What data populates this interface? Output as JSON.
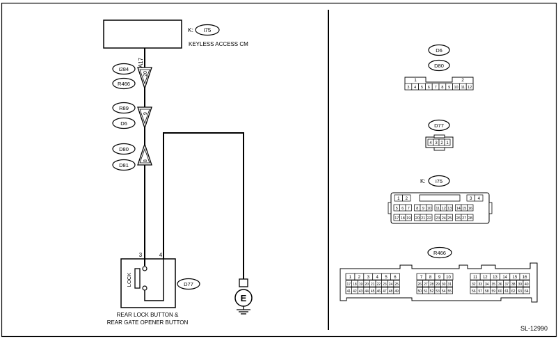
{
  "diagram_id": "SL-12990",
  "keyless_cm": {
    "prefix": "K:",
    "connector": "i75",
    "label": "KEYLESS ACCESS CM"
  },
  "wire_code": "A17",
  "joints": [
    {
      "top": "i284",
      "bottom": "R466",
      "pin": "20"
    },
    {
      "top": "R89",
      "bottom": "D6",
      "pin": "9"
    },
    {
      "top": "D80",
      "bottom": "D81",
      "pin": "8"
    }
  ],
  "switch": {
    "pin_left": "3",
    "pin_right": "4",
    "label": "LOCK",
    "connector": "D77",
    "caption_line1": "REAR LOCK BUTTON &",
    "caption_line2": "REAR GATE OPENER BUTTON"
  },
  "ground": {
    "label": "E"
  },
  "connectors": {
    "d6_d80": {
      "names": [
        "D6",
        "D80"
      ],
      "groups": [
        "1",
        "2"
      ],
      "pins": [
        "3",
        "4",
        "5",
        "6",
        "7",
        "8",
        "9",
        "10",
        "11",
        "12"
      ]
    },
    "d77": {
      "name": "D77",
      "pins": [
        "4",
        "3",
        "2",
        "1"
      ]
    },
    "i75": {
      "prefix": "K:",
      "name": "i75",
      "row1": [
        "1",
        "2",
        "3",
        "4"
      ],
      "row2": [
        "5",
        "6",
        "7",
        "8",
        "9",
        "10",
        "11",
        "12",
        "13",
        "14",
        "15",
        "16"
      ],
      "row3": [
        "17",
        "18",
        "19",
        "20",
        "21",
        "22",
        "23",
        "24",
        "25",
        "26",
        "27",
        "28"
      ]
    },
    "r466": {
      "name": "R466",
      "block1": {
        "r1": [
          "1",
          "2",
          "3",
          "4",
          "5",
          "6"
        ],
        "r2": [
          "17",
          "18",
          "19",
          "20",
          "21",
          "22",
          "23",
          "24",
          "25"
        ],
        "r3": [
          "41",
          "42",
          "43",
          "44",
          "45",
          "46",
          "47",
          "48",
          "49"
        ]
      },
      "block2": {
        "r1": [
          "7",
          "8",
          "9",
          "10"
        ],
        "r2": [
          "26",
          "27",
          "28",
          "29",
          "30",
          "31"
        ],
        "r3": [
          "50",
          "51",
          "52",
          "53",
          "54",
          "55"
        ]
      },
      "block3": {
        "r1": [
          "11",
          "12",
          "13",
          "14",
          "15",
          "16"
        ],
        "r2": [
          "32",
          "33",
          "34",
          "35",
          "36",
          "37",
          "38",
          "39",
          "40"
        ],
        "r3": [
          "56",
          "57",
          "58",
          "59",
          "60",
          "61",
          "62",
          "63",
          "64"
        ]
      }
    }
  }
}
